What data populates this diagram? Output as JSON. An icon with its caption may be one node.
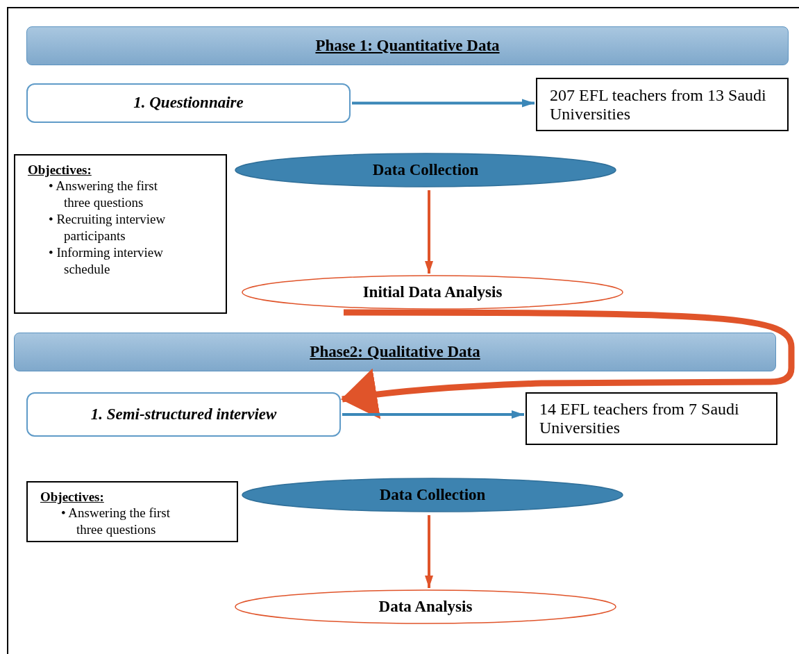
{
  "diagram": {
    "nodes": [
      {
        "text": [
          "Phase 1: Quantitative Data"
        ]
      },
      {
        "text": [
          "1. Questionnaire"
        ]
      },
      {
        "text": [
          "207 EFL teachers from 13 Saudi Universities"
        ]
      },
      {
        "text": [
          "Objectives:",
          "• Answering the first three questions",
          "• Recruiting interview participants",
          "• Informing interview schedule"
        ]
      },
      {
        "text": [
          "Data Collection"
        ]
      },
      {
        "text": [
          "Initial Data Analysis"
        ]
      },
      {
        "text": [
          "Phase2: Qualitative Data"
        ]
      },
      {
        "text": [
          "1. Semi-structured interview"
        ]
      },
      {
        "text": [
          "14 EFL teachers from 7 Saudi Universities"
        ]
      },
      {
        "text": [
          "Objectives:",
          "• Answering the first three questions"
        ]
      },
      {
        "text": [
          "Data Collection"
        ]
      },
      {
        "text": [
          "Data Analysis"
        ]
      }
    ],
    "edges": [
      {
        "from": 1,
        "to": 2,
        "arrow": "to",
        "color": "#3b87b8"
      },
      {
        "from": 4,
        "to": 5,
        "arrow": "to"
      },
      {
        "from": 5,
        "to": 7,
        "arrow": "to",
        "style": "thick"
      },
      {
        "from": 7,
        "to": 8,
        "arrow": "to",
        "color": "#3b87b8"
      },
      {
        "from": 10,
        "to": 11,
        "arrow": "to"
      }
    ]
  }
}
